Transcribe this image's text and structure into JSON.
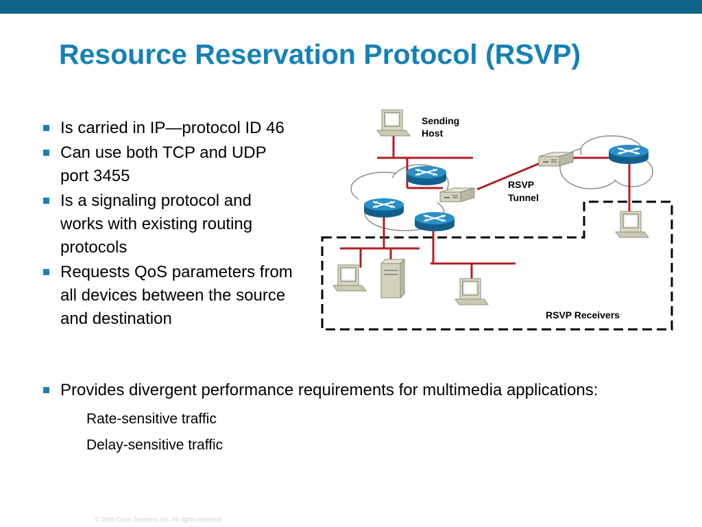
{
  "slide": {
    "title": "Resource Reservation Protocol (RSVP)",
    "bullets": [
      "Is carried in IP—protocol ID 46",
      "Can use both TCP and UDP port 3455",
      "Is a signaling protocol and works with existing routing protocols",
      "Requests QoS parameters from all devices between the source and destination"
    ],
    "bullet_wide": "Provides divergent performance requirements for multimedia applications:",
    "sub_bullets": [
      "Rate-sensitive traffic",
      "Delay-sensitive traffic"
    ],
    "footer": "© 2006 Cisco Systems, Inc. All rights reserved."
  },
  "diagram": {
    "label_sending_1": "Sending",
    "label_sending_2": "Host",
    "label_tunnel_1": "RSVP",
    "label_tunnel_2": "Tunnel",
    "label_receivers": "RSVP Receivers"
  },
  "colors": {
    "top_bar": "#0e6589",
    "title": "#1581b6",
    "bullet_marker": "#1581b6",
    "link": "#b01e24",
    "router": "#1a7fb5"
  }
}
